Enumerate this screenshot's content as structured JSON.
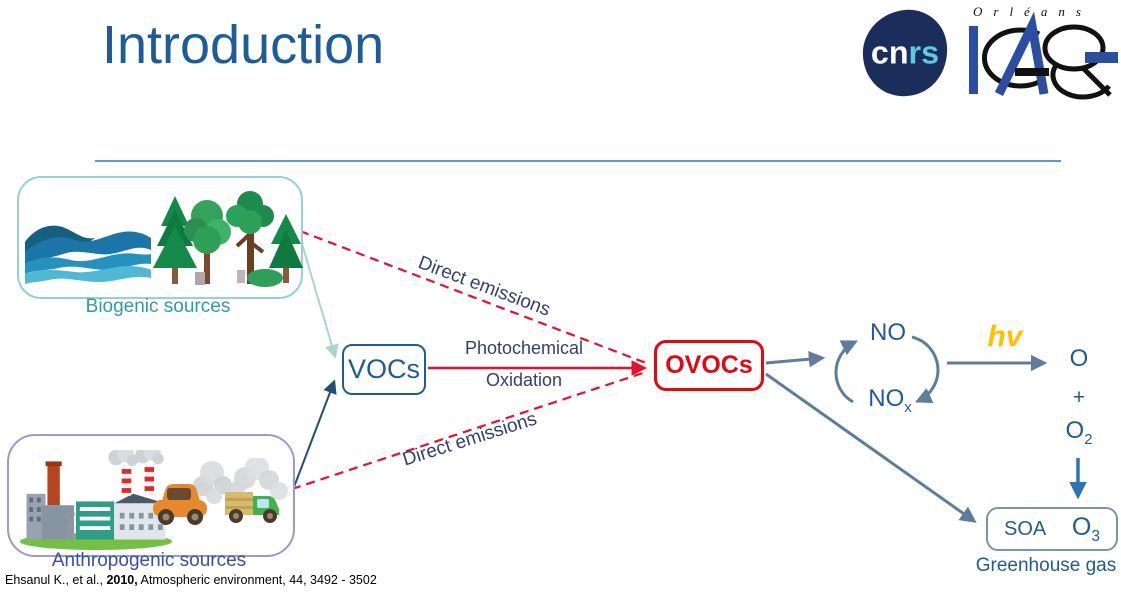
{
  "slide": {
    "title": "Introduction",
    "citation_prefix": "Ehsanul K., et al., ",
    "citation_year": "2010,",
    "citation_rest": " Atmospheric environment, 44, 3492 - 3502"
  },
  "logos": {
    "cnrs_cn": "cn",
    "cnrs_rs": "rs",
    "icare_city": "Orléans"
  },
  "diagram": {
    "biogenic_label": "Biogenic sources",
    "anthropogenic_label": "Anthropogenic sources",
    "vocs": "VOCs",
    "ovocs": "OVOCs",
    "photochemical_1": "Photochemical",
    "photochemical_2": "Oxidation",
    "direct_emissions_top": "Direct emissions",
    "direct_emissions_bottom": "Direct emissions",
    "no": "NO",
    "nox_base": "NO",
    "nox_sub": "x",
    "hv": "hv",
    "o": "O",
    "plus": "+",
    "o2_base": "O",
    "o2_sub": "2",
    "soa": "SOA",
    "o3_base": "O",
    "o3_sub": "3",
    "greenhouse_gas": "Greenhouse gas",
    "icons": {
      "biogenic": [
        "ocean-waves-icon",
        "forest-trees-icon"
      ],
      "anthropogenic": [
        "factory-icon",
        "car-icon",
        "truck-icon"
      ]
    },
    "colors": {
      "title_blue": "#1E5C99",
      "node_blue": "#1E5C99",
      "ovocs_red": "#E30613",
      "dashed_red": "#E8112D",
      "slate_arrow": "#5E7D9A",
      "label_navy": "#333F6E",
      "hv_yellow": "#FFC000",
      "biogenic_teal": "#2E9BAB",
      "biogenic_border": "#97D0D5",
      "anthropogenic_indigo": "#3A50A3",
      "anthropogenic_border": "#9B99CF",
      "divider_blue": "#5B9BD5",
      "o3_arrow_blue": "#2E74B5",
      "arrow_biogenic_teal": "#A9D5CF",
      "arrow_anthropogenic_blue": "#1F4E79"
    }
  }
}
